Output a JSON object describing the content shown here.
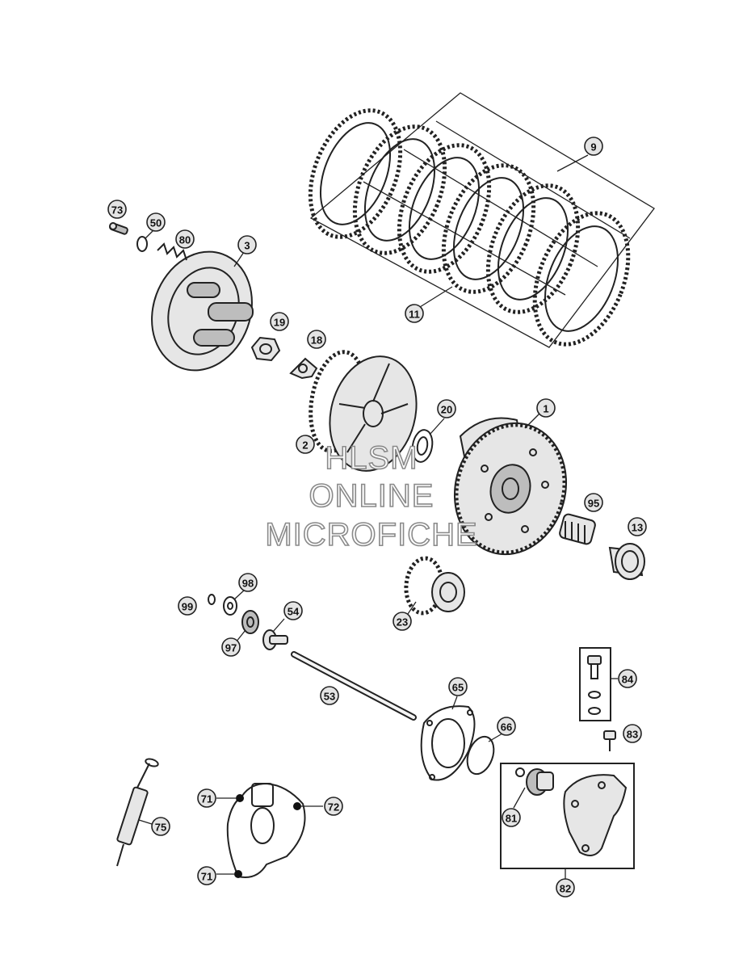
{
  "callouts": [
    {
      "id": "1",
      "label": "1"
    },
    {
      "id": "2",
      "label": "2"
    },
    {
      "id": "3",
      "label": "3"
    },
    {
      "id": "9",
      "label": "9"
    },
    {
      "id": "11",
      "label": "11"
    },
    {
      "id": "13",
      "label": "13"
    },
    {
      "id": "18",
      "label": "18"
    },
    {
      "id": "19",
      "label": "19"
    },
    {
      "id": "20",
      "label": "20"
    },
    {
      "id": "23",
      "label": "23"
    },
    {
      "id": "50",
      "label": "50"
    },
    {
      "id": "53",
      "label": "53"
    },
    {
      "id": "54",
      "label": "54"
    },
    {
      "id": "65",
      "label": "65"
    },
    {
      "id": "66",
      "label": "66"
    },
    {
      "id": "71a",
      "label": "71"
    },
    {
      "id": "71b",
      "label": "71"
    },
    {
      "id": "72",
      "label": "72"
    },
    {
      "id": "73",
      "label": "73"
    },
    {
      "id": "75",
      "label": "75"
    },
    {
      "id": "80",
      "label": "80"
    },
    {
      "id": "81",
      "label": "81"
    },
    {
      "id": "82",
      "label": "82"
    },
    {
      "id": "83",
      "label": "83"
    },
    {
      "id": "84",
      "label": "84"
    },
    {
      "id": "95",
      "label": "95"
    },
    {
      "id": "97",
      "label": "97"
    },
    {
      "id": "98",
      "label": "98"
    },
    {
      "id": "99",
      "label": "99"
    }
  ],
  "watermark": {
    "line1": "HLSM",
    "line2": "ONLINE",
    "line3": "MICROFICHE"
  }
}
